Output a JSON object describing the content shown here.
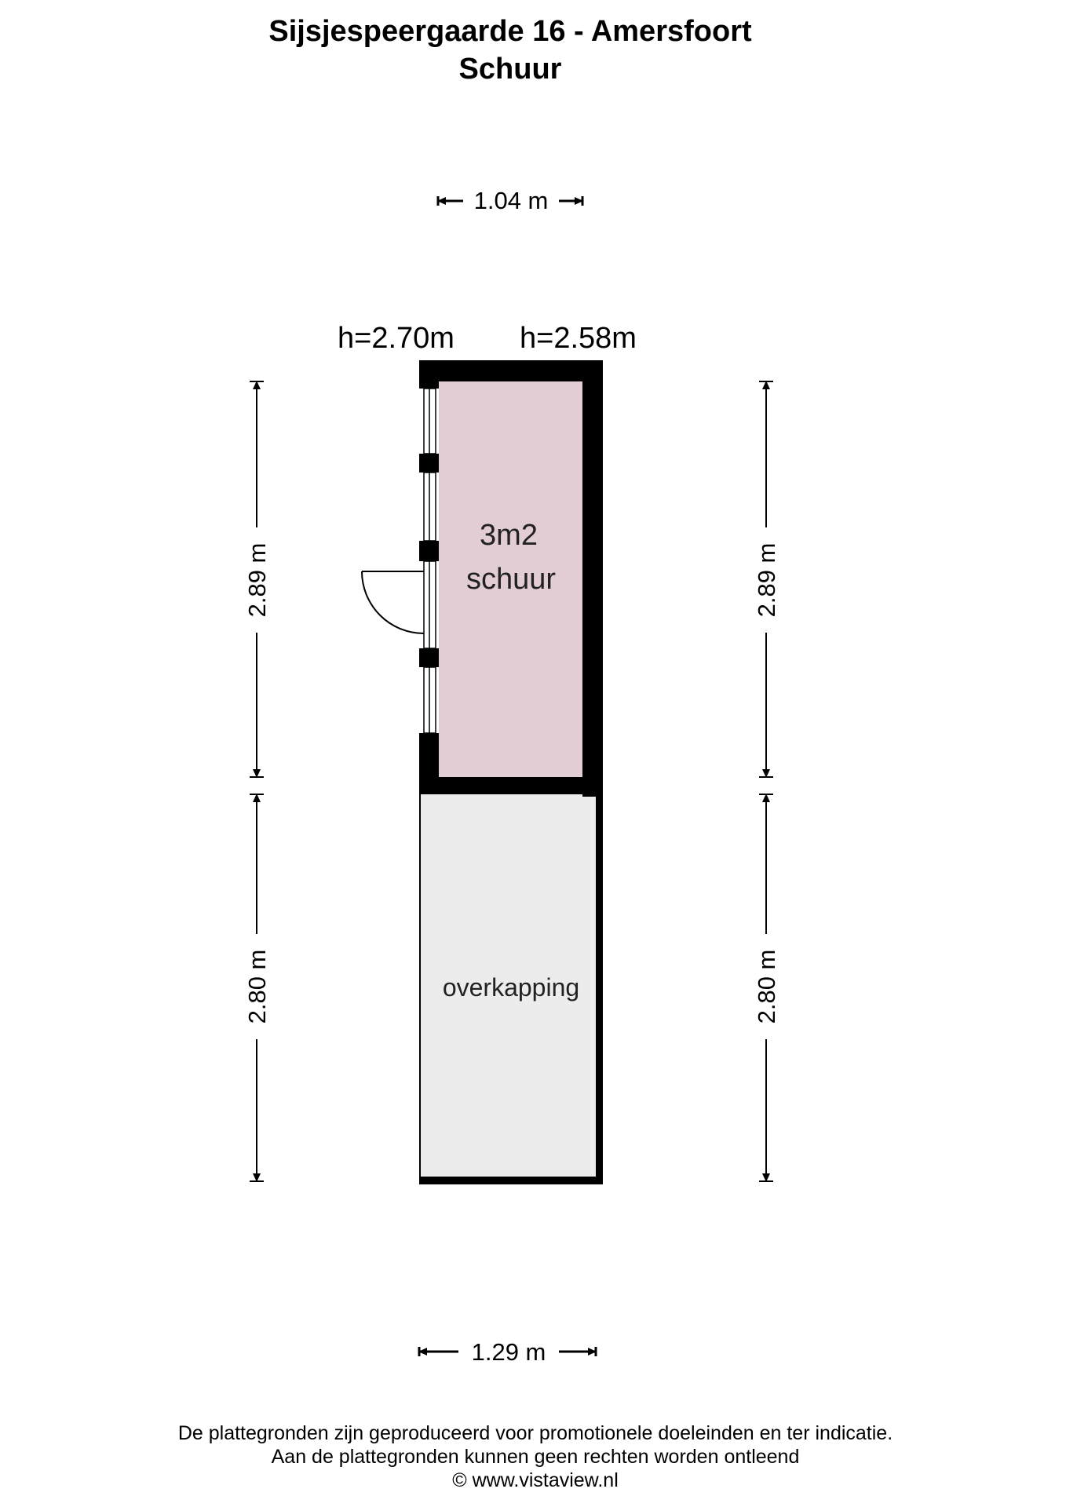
{
  "header": {
    "title": "Sijsjespeergaarde 16 - Amersfoort",
    "subtitle": "Schuur"
  },
  "dimensions": {
    "top_width": "1.04 m",
    "bottom_width": "1.29 m",
    "left_upper": "2.89 m",
    "left_lower": "2.80 m",
    "right_upper": "2.89 m",
    "right_lower": "2.80 m"
  },
  "heights": {
    "left": "h=2.70m",
    "right": "h=2.58m"
  },
  "rooms": {
    "schuur": {
      "area": "3m2",
      "name": "schuur",
      "fill": "#e3cdd4"
    },
    "overkapping": {
      "name": "overkapping",
      "fill": "#ececec"
    }
  },
  "footer": {
    "line1": "De plattegronden zijn geproduceerd voor promotionele doeleinden en ter indicatie.",
    "line2": "Aan de plattegronden kunnen geen rechten worden ontleend",
    "line3": "© www.vistaview.nl"
  }
}
